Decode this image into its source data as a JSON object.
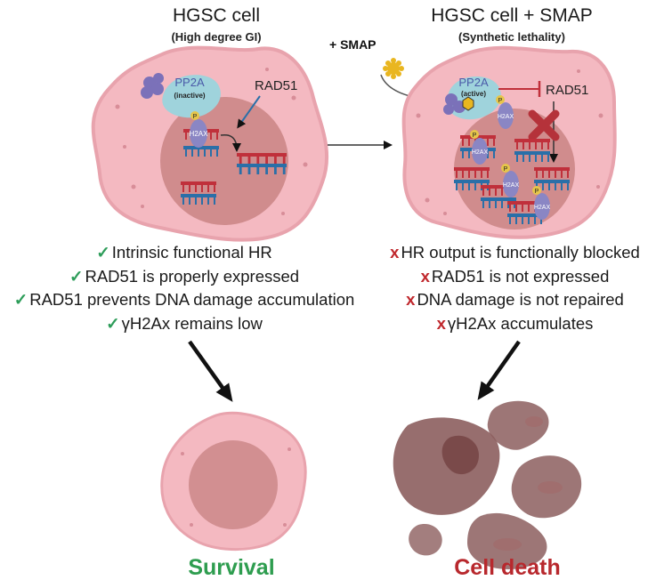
{
  "left_panel": {
    "title": "HGSC cell",
    "subtitle": "(High degree GI)",
    "pp2a_label": "PP2A",
    "pp2a_state": "(inactive)",
    "rad51_label": "RAD51",
    "h2ax_label": "H2AX",
    "phospho_label": "P",
    "bullet_mark": "✓",
    "bullet_color": "#2e9d5a",
    "bullets": [
      "Intrinsic functional HR",
      "RAD51 is properly expressed",
      "RAD51 prevents DNA damage accumulation",
      "γH2Ax remains low"
    ],
    "outcome": "Survival",
    "outcome_color": "#2e9d4f"
  },
  "right_panel": {
    "title": "HGSC cell + SMAP",
    "subtitle": "(Synthetic lethality)",
    "smap_label": "+ SMAP",
    "pp2a_label": "PP2A",
    "pp2a_state": "(active)",
    "rad51_label": "RAD51",
    "h2ax_label": "H2AX",
    "phospho_label": "P",
    "bullet_mark": "x",
    "bullet_color": "#c0282d",
    "bullets": [
      "HR output is functionally blocked",
      "RAD51 is not expressed",
      "DNA damage is not repaired",
      "γH2Ax accumulates"
    ],
    "outcome": "Cell death",
    "outcome_color": "#b8282d"
  },
  "colors": {
    "cell_membrane": "#e8a3ad",
    "cytoplasm": "#f4b9c1",
    "nucleus": "#c98484",
    "pp2a": "#9fd3dc",
    "h2ax": "#8a86c4",
    "dna_red": "#c0303b",
    "dna_blue": "#2a6fa8",
    "dead_cell": "#8c5e5e",
    "arrow": "#111111"
  }
}
